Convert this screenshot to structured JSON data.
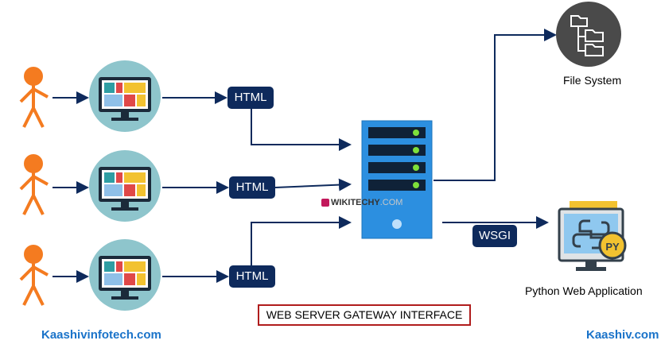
{
  "nodes": {
    "html_labels": [
      "HTML",
      "HTML",
      "HTML"
    ],
    "wsgi_label": "WSGI",
    "file_system_label": "File System",
    "python_app_label": "Python Web Application",
    "py_badge": "PY"
  },
  "title": "WEB SERVER GATEWAY INTERFACE",
  "watermark": {
    "brand": "WIKITECHY",
    "suffix": ".COM"
  },
  "footer": {
    "left": "Kaashivinfotech.com",
    "right": "Kaashiv.com"
  },
  "icons": {
    "user": "person-icon",
    "client": "desktop-monitor-icon",
    "server": "server-tower-icon",
    "filesystem": "folder-tree-icon",
    "python": "python-logo-icon"
  },
  "colors": {
    "person": "#f47b20",
    "circle": "#8ec5cc",
    "navy": "#0e2a5c",
    "server": "#2c8fe0",
    "led": "#7ee03a",
    "title_border": "#b01c1c",
    "brand": "#1a73c9"
  }
}
